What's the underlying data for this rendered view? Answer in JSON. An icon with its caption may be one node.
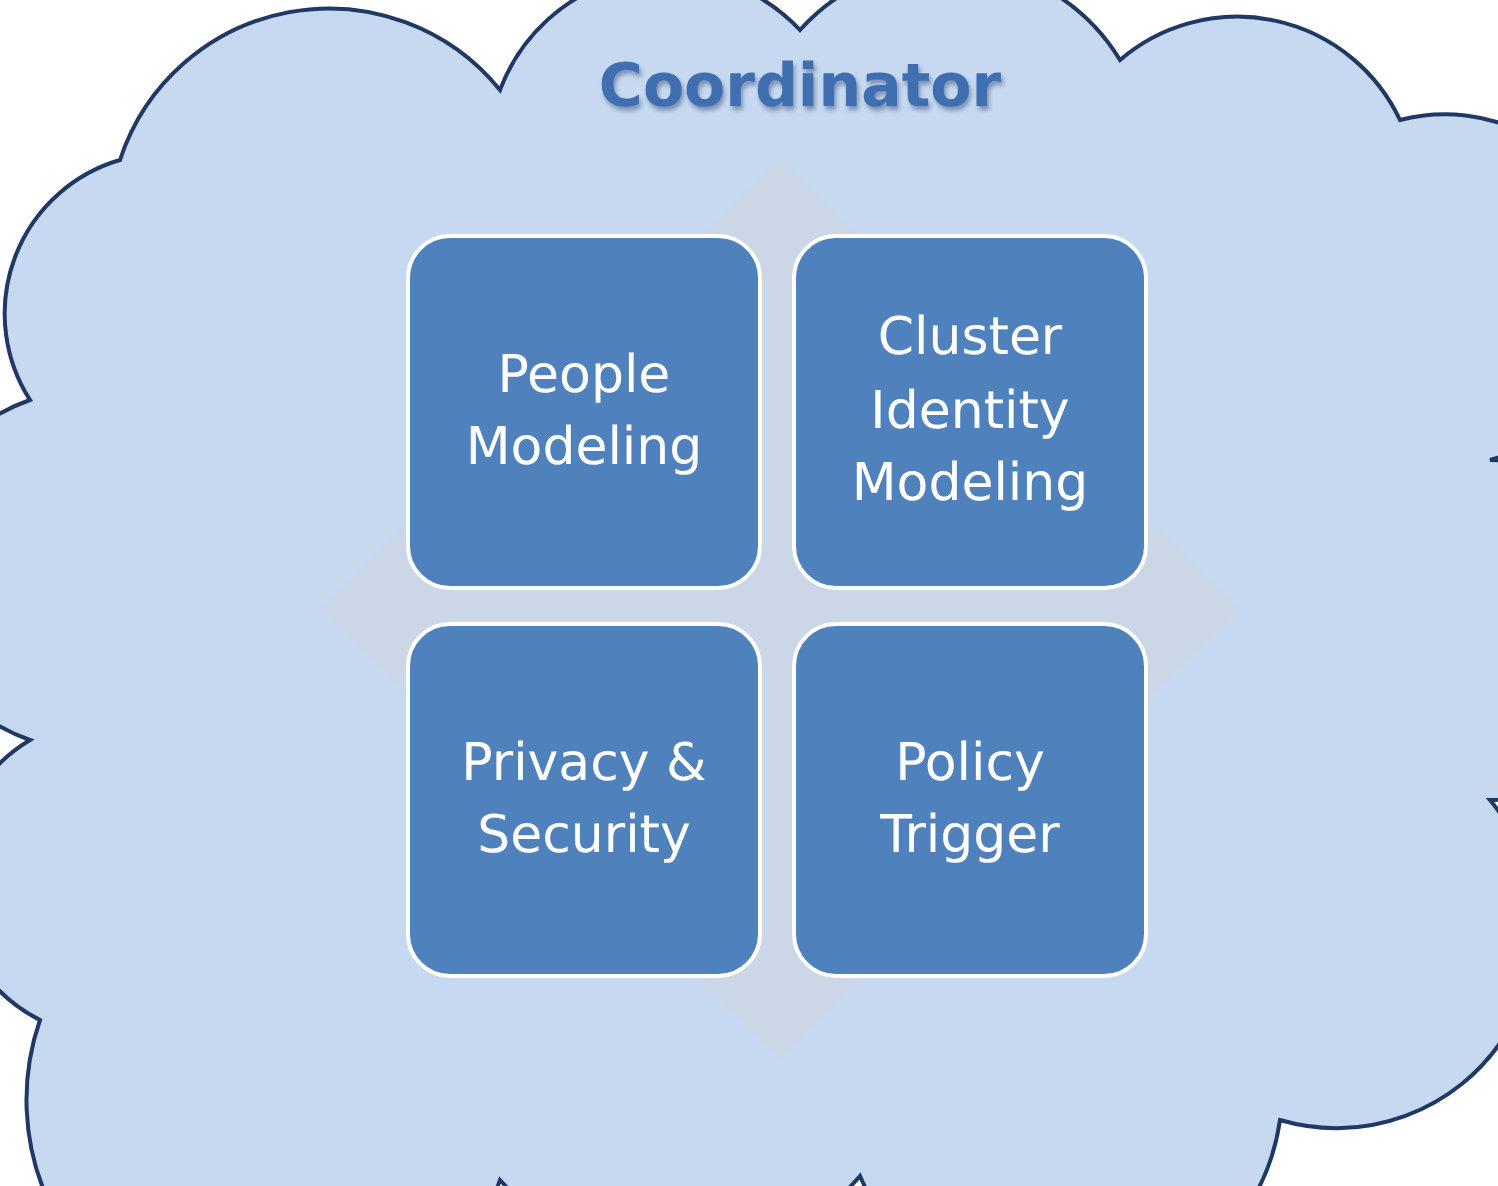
{
  "diagram": {
    "nodes": [
      {
        "text": [
          "Coordinator"
        ]
      },
      {
        "text": [
          "People Modeling"
        ],
        "in": 0
      },
      {
        "text": [
          "Cluster Identity Modeling"
        ],
        "in": 0
      },
      {
        "text": [
          "Privacy & Security"
        ],
        "in": 0
      },
      {
        "text": [
          "Policy Trigger"
        ],
        "in": 0
      }
    ]
  }
}
